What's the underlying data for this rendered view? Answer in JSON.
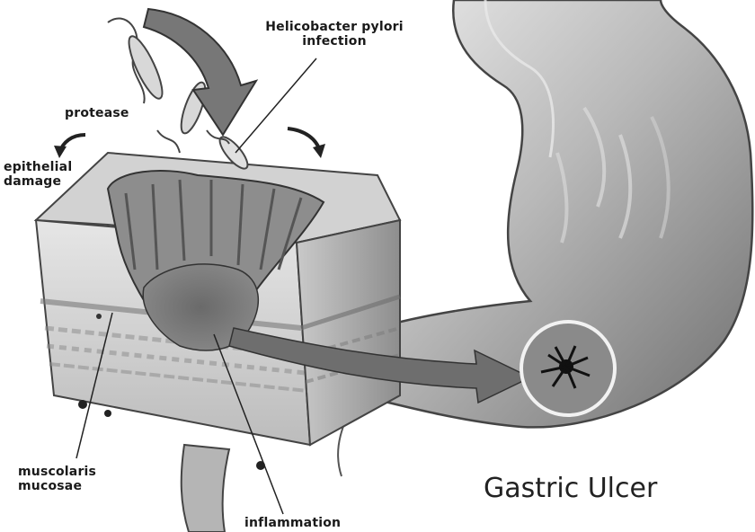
{
  "labels": {
    "pathogen": "Helicobacter pylori infection",
    "protease": "protease",
    "epithelial_damage": "epithelial damage",
    "muscularis": "muscolaris mucosae",
    "inflammation": "inflammation",
    "title": "Gastric Ulcer"
  },
  "colors": {
    "ink": "#1a1a1a",
    "tissue_light": "#d9d9d9",
    "tissue_mid": "#9a9a9a",
    "tissue_dark": "#5e5e5e",
    "arrow": "#6e6e6e",
    "ulcer_ring": "#f2f2f2"
  }
}
